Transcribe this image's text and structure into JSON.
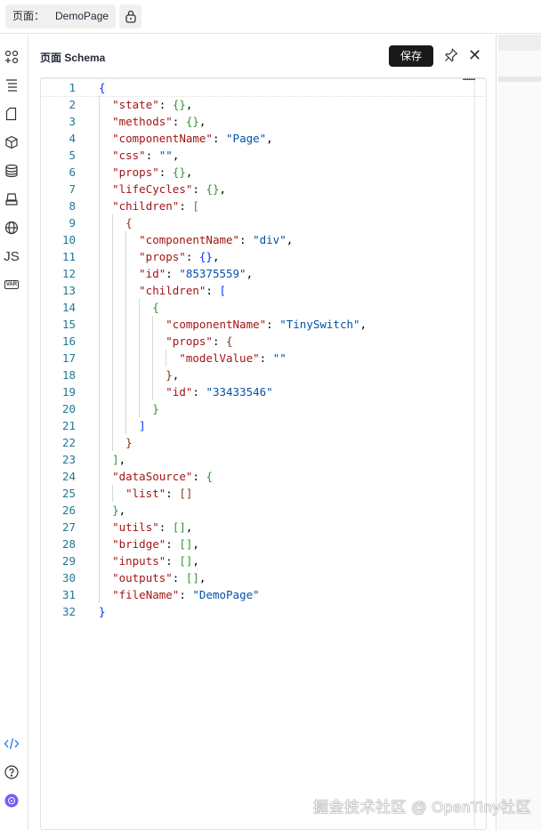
{
  "topbar": {
    "page_label": "页面：",
    "page_value": "DemoPage"
  },
  "sidebar": {
    "items": [
      "components-icon",
      "outline-icon",
      "page-icon",
      "block-icon",
      "datasource-icon",
      "bridge-icon",
      "i18n-icon",
      "js-icon",
      "variable-icon"
    ],
    "js_label": "JS",
    "var_label": "VAR",
    "bottom": [
      "schema-code-icon",
      "help-icon",
      "ai-robot-icon"
    ]
  },
  "panel": {
    "title": "页面 Schema",
    "save_label": "保存"
  },
  "editor": {
    "lines": [
      [
        [
          "b1",
          "{"
        ]
      ],
      [
        [
          "p",
          "  "
        ],
        [
          "k",
          "\"state\""
        ],
        [
          "p",
          ": "
        ],
        [
          "b2",
          "{}"
        ],
        [
          "p",
          ","
        ]
      ],
      [
        [
          "p",
          "  "
        ],
        [
          "k",
          "\"methods\""
        ],
        [
          "p",
          ": "
        ],
        [
          "b2",
          "{}"
        ],
        [
          "p",
          ","
        ]
      ],
      [
        [
          "p",
          "  "
        ],
        [
          "k",
          "\"componentName\""
        ],
        [
          "p",
          ": "
        ],
        [
          "s",
          "\"Page\""
        ],
        [
          "p",
          ","
        ]
      ],
      [
        [
          "p",
          "  "
        ],
        [
          "k",
          "\"css\""
        ],
        [
          "p",
          ": "
        ],
        [
          "s",
          "\"\""
        ],
        [
          "p",
          ","
        ]
      ],
      [
        [
          "p",
          "  "
        ],
        [
          "k",
          "\"props\""
        ],
        [
          "p",
          ": "
        ],
        [
          "b2",
          "{}"
        ],
        [
          "p",
          ","
        ]
      ],
      [
        [
          "p",
          "  "
        ],
        [
          "k",
          "\"lifeCycles\""
        ],
        [
          "p",
          ": "
        ],
        [
          "b2",
          "{}"
        ],
        [
          "p",
          ","
        ]
      ],
      [
        [
          "p",
          "  "
        ],
        [
          "k",
          "\"children\""
        ],
        [
          "p",
          ": "
        ],
        [
          "b2",
          "["
        ]
      ],
      [
        [
          "p",
          "    "
        ],
        [
          "b3",
          "{"
        ]
      ],
      [
        [
          "p",
          "      "
        ],
        [
          "k",
          "\"componentName\""
        ],
        [
          "p",
          ": "
        ],
        [
          "s",
          "\"div\""
        ],
        [
          "p",
          ","
        ]
      ],
      [
        [
          "p",
          "      "
        ],
        [
          "k",
          "\"props\""
        ],
        [
          "p",
          ": "
        ],
        [
          "b1",
          "{}"
        ],
        [
          "p",
          ","
        ]
      ],
      [
        [
          "p",
          "      "
        ],
        [
          "k",
          "\"id\""
        ],
        [
          "p",
          ": "
        ],
        [
          "s",
          "\"85375559\""
        ],
        [
          "p",
          ","
        ]
      ],
      [
        [
          "p",
          "      "
        ],
        [
          "k",
          "\"children\""
        ],
        [
          "p",
          ": "
        ],
        [
          "b1",
          "["
        ]
      ],
      [
        [
          "p",
          "        "
        ],
        [
          "b2",
          "{"
        ]
      ],
      [
        [
          "p",
          "          "
        ],
        [
          "k",
          "\"componentName\""
        ],
        [
          "p",
          ": "
        ],
        [
          "s",
          "\"TinySwitch\""
        ],
        [
          "p",
          ","
        ]
      ],
      [
        [
          "p",
          "          "
        ],
        [
          "k",
          "\"props\""
        ],
        [
          "p",
          ": "
        ],
        [
          "b3",
          "{"
        ]
      ],
      [
        [
          "p",
          "            "
        ],
        [
          "k",
          "\"modelValue\""
        ],
        [
          "p",
          ": "
        ],
        [
          "s",
          "\"\""
        ]
      ],
      [
        [
          "p",
          "          "
        ],
        [
          "b3",
          "}"
        ],
        [
          "p",
          ","
        ]
      ],
      [
        [
          "p",
          "          "
        ],
        [
          "k",
          "\"id\""
        ],
        [
          "p",
          ": "
        ],
        [
          "s",
          "\"33433546\""
        ]
      ],
      [
        [
          "p",
          "        "
        ],
        [
          "b2",
          "}"
        ]
      ],
      [
        [
          "p",
          "      "
        ],
        [
          "b1",
          "]"
        ]
      ],
      [
        [
          "p",
          "    "
        ],
        [
          "b3",
          "}"
        ]
      ],
      [
        [
          "p",
          "  "
        ],
        [
          "b2",
          "]"
        ],
        [
          "p",
          ","
        ]
      ],
      [
        [
          "p",
          "  "
        ],
        [
          "k",
          "\"dataSource\""
        ],
        [
          "p",
          ": "
        ],
        [
          "b2",
          "{"
        ]
      ],
      [
        [
          "p",
          "    "
        ],
        [
          "k",
          "\"list\""
        ],
        [
          "p",
          ": "
        ],
        [
          "b3",
          "[]"
        ]
      ],
      [
        [
          "p",
          "  "
        ],
        [
          "b2",
          "}"
        ],
        [
          "p",
          ","
        ]
      ],
      [
        [
          "p",
          "  "
        ],
        [
          "k",
          "\"utils\""
        ],
        [
          "p",
          ": "
        ],
        [
          "b2",
          "[]"
        ],
        [
          "p",
          ","
        ]
      ],
      [
        [
          "p",
          "  "
        ],
        [
          "k",
          "\"bridge\""
        ],
        [
          "p",
          ": "
        ],
        [
          "b2",
          "[]"
        ],
        [
          "p",
          ","
        ]
      ],
      [
        [
          "p",
          "  "
        ],
        [
          "k",
          "\"inputs\""
        ],
        [
          "p",
          ": "
        ],
        [
          "b2",
          "[]"
        ],
        [
          "p",
          ","
        ]
      ],
      [
        [
          "p",
          "  "
        ],
        [
          "k",
          "\"outputs\""
        ],
        [
          "p",
          ": "
        ],
        [
          "b2",
          "[]"
        ],
        [
          "p",
          ","
        ]
      ],
      [
        [
          "p",
          "  "
        ],
        [
          "k",
          "\"fileName\""
        ],
        [
          "p",
          ": "
        ],
        [
          "s",
          "\"DemoPage\""
        ]
      ],
      [
        [
          "b1",
          "}"
        ]
      ]
    ]
  },
  "watermark": "掘金技术社区 @ OpenTiny社区"
}
